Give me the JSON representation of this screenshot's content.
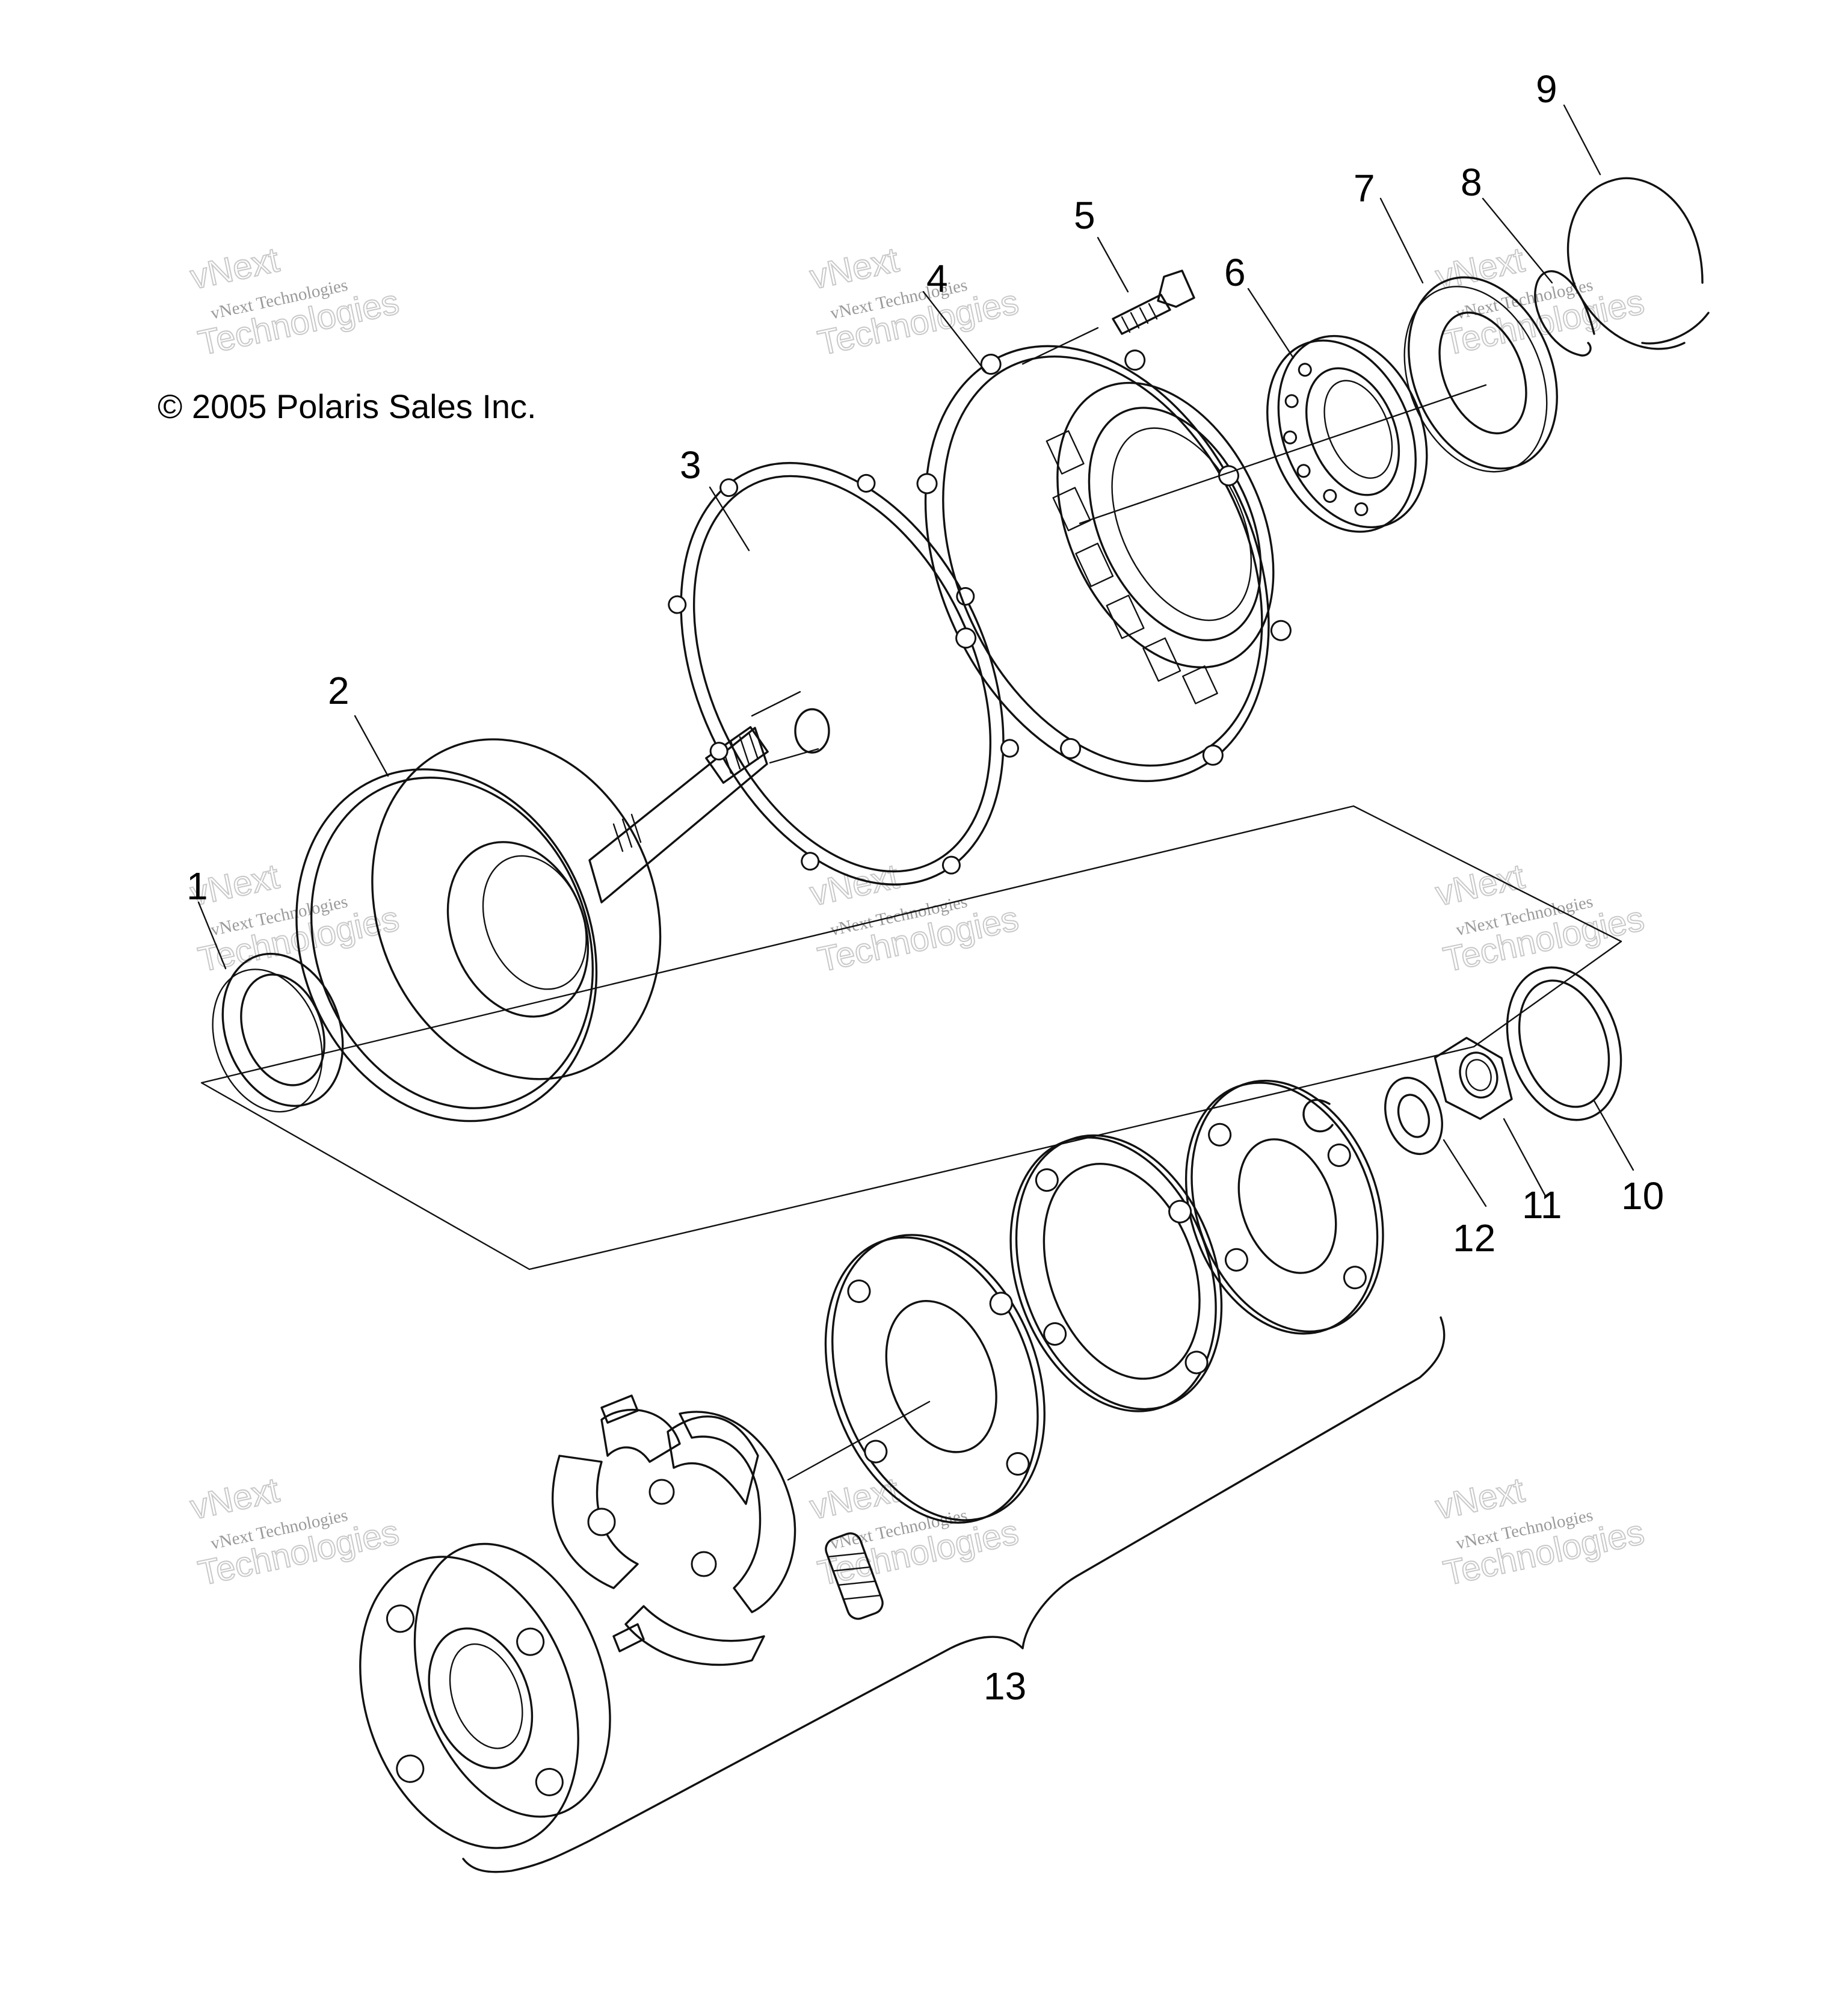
{
  "copyright": "© 2005 Polaris Sales Inc.",
  "watermark": {
    "line1": "vNext",
    "line2": "vNext Technologies",
    "line3": "Technologies"
  },
  "callouts": [
    "1",
    "2",
    "3",
    "4",
    "5",
    "6",
    "7",
    "8",
    "9",
    "10",
    "11",
    "12",
    "13"
  ]
}
